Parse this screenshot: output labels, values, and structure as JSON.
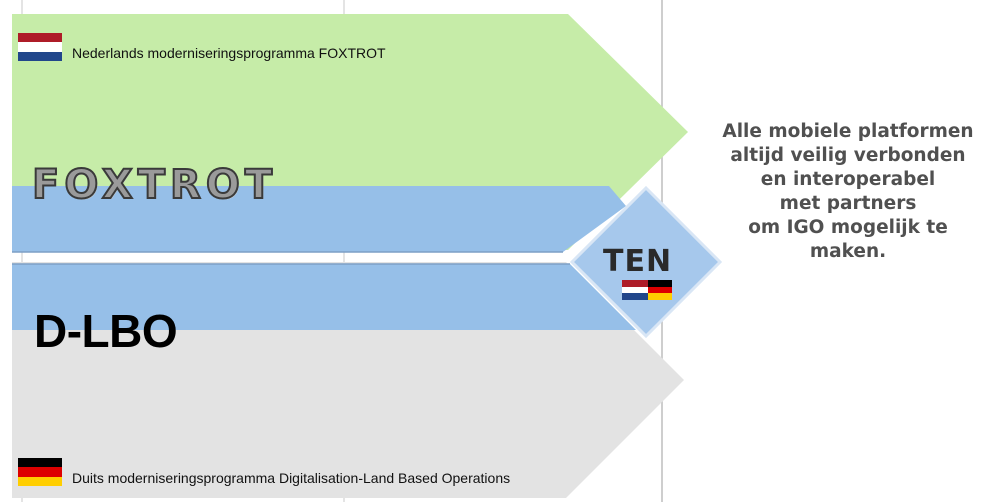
{
  "top_program": {
    "caption": "Nederlands moderniseringsprogramma FOXTROT",
    "logo_text": "FOXTROT",
    "flag": "netherlands-flag",
    "colors": {
      "arrow": "#c6eca8"
    }
  },
  "bottom_program": {
    "caption": "Duits moderniseringsprogramma Digitalisation-Land Based Operations",
    "logo_text": "D-LBO",
    "flag": "germany-flag",
    "colors": {
      "arrow": "#e3e3e3"
    }
  },
  "joint": {
    "logo_text": "TEN",
    "flags": [
      "netherlands-flag",
      "germany-flag"
    ],
    "colors": {
      "band": "#96bfe8",
      "diamond": "#a6c8ec"
    }
  },
  "goal_statement": {
    "lines": [
      "Alle mobiele platformen",
      "altijd veilig verbonden",
      "en interoperabel",
      "met partners",
      "om IGO mogelijk te",
      "maken."
    ]
  },
  "colors": {
    "netherlands": [
      "#ae1c28",
      "#ffffff",
      "#21468b"
    ],
    "germany": [
      "#000000",
      "#dd0000",
      "#ffce00"
    ],
    "goal_text": "#505050"
  }
}
